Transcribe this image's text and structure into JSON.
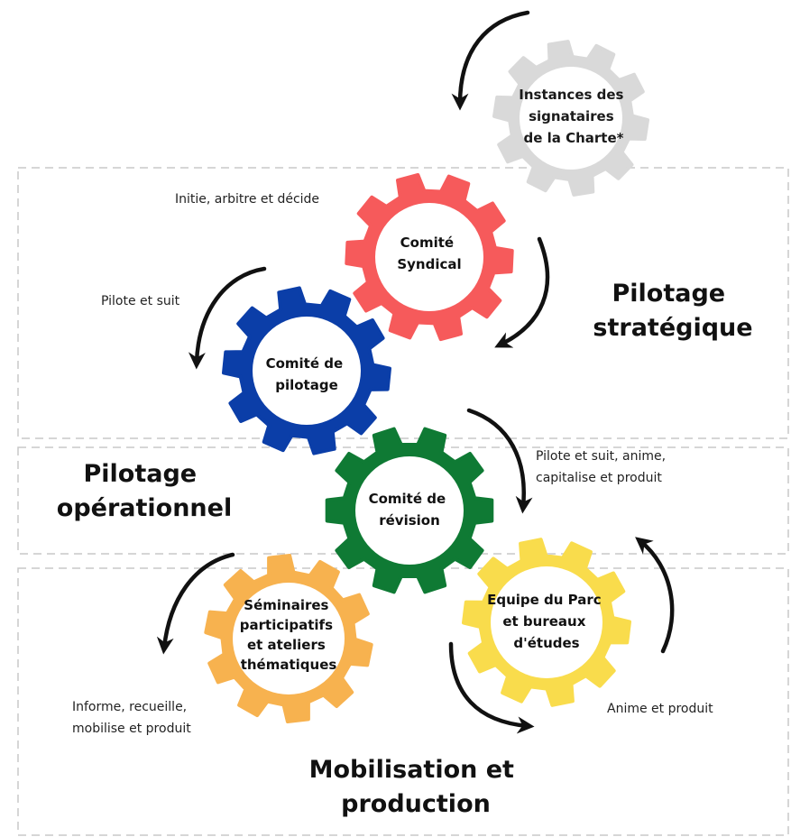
{
  "gears": [
    {
      "id": "instances",
      "color": "#d9d9d9",
      "lines": [
        "Instances des",
        "signataires",
        "de la Charte*"
      ]
    },
    {
      "id": "comite-syndical",
      "color": "#f65a5b",
      "lines": [
        "Comité",
        "Syndical"
      ]
    },
    {
      "id": "comite-pilotage",
      "color": "#0b3ea8",
      "lines": [
        "Comité de",
        "pilotage"
      ]
    },
    {
      "id": "comite-revision",
      "color": "#0f7a34",
      "lines": [
        "Comité de",
        "révision"
      ]
    },
    {
      "id": "seminaires",
      "color": "#f7b24f",
      "lines": [
        "Séminaires",
        "participatifs",
        "et ateliers",
        "thématiques"
      ]
    },
    {
      "id": "equipe-parc",
      "color": "#f9dc4c",
      "lines": [
        "Equipe du Parc",
        "et bureaux",
        "d'études"
      ]
    }
  ],
  "notes": {
    "syndical": [
      "Initie, arbitre et décide"
    ],
    "pilotage": [
      "Pilote et suit"
    ],
    "revision": [
      "Pilote et suit, anime,",
      "capitalise et produit"
    ],
    "seminaires": [
      "Informe, recueille,",
      "mobilise et produit"
    ],
    "equipe": [
      "Anime et produit"
    ]
  },
  "sections": {
    "strategique": [
      "Pilotage",
      "stratégique"
    ],
    "operationnel": [
      "Pilotage",
      "opérationnel"
    ],
    "mobilisation": [
      "Mobilisation et",
      "production"
    ]
  }
}
